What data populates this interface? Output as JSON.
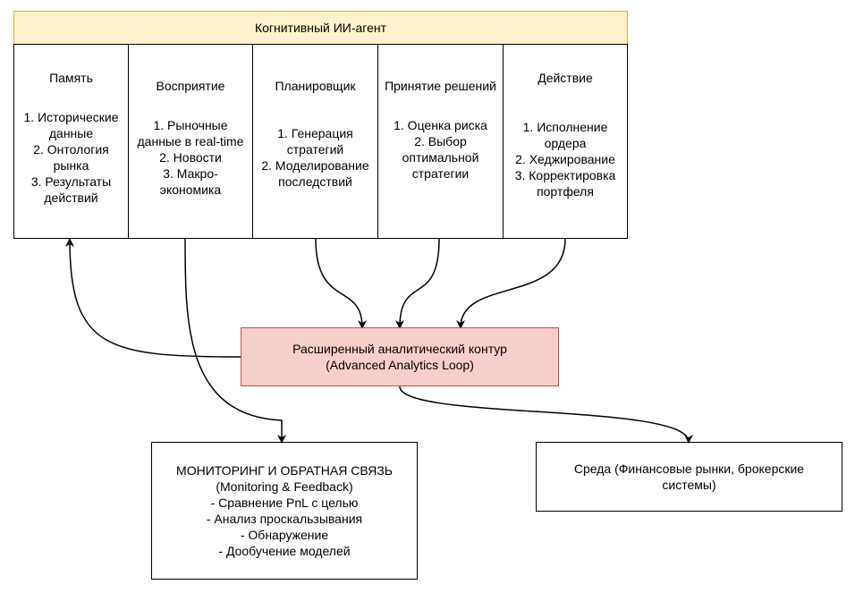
{
  "header": {
    "title": "Когнитивный ИИ-агент"
  },
  "columns": [
    {
      "title": "Память",
      "items": [
        "1. Исторические",
        "данные",
        "2. Онтология",
        "рынка",
        "3. Результаты",
        "действий"
      ]
    },
    {
      "title": "Восприятие",
      "items": [
        "1. Рыночные",
        "данные в real-time",
        "2. Новости",
        "3. Макро-",
        "экономика"
      ]
    },
    {
      "title": "Планировщик",
      "items": [
        "1. Генерация",
        "стратегий",
        "2. Моделирование",
        "последствий"
      ]
    },
    {
      "title": "Принятие решений",
      "items": [
        "1. Оценка риска",
        "2. Выбор",
        "оптимальной",
        "стратегии"
      ]
    },
    {
      "title": "Действие",
      "items": [
        "1. Исполнение",
        "ордера",
        "2. Хеджирование",
        "3. Корректировка",
        "портфеля"
      ]
    }
  ],
  "loop": {
    "line1": "Расширенный аналитический контур",
    "line2": "(Advanced Analytics Loop)"
  },
  "monitoring": {
    "lines": [
      "МОНИТОРИНГ И ОБРАТНАЯ СВЯЗЬ",
      "(Monitoring & Feedback)",
      "- Сравнение PnL с целью",
      "- Анализ проскальзывания",
      "- Обнаружение",
      "- Дообучение моделей"
    ]
  },
  "environment": {
    "lines": [
      "Среда (Финансовые рынки, брокерские",
      "системы)"
    ]
  },
  "colors": {
    "header_fill": "#fff2cc",
    "header_stroke": "#d6b656",
    "loop_fill": "#f8cecc",
    "loop_stroke": "#b85450",
    "line": "#000000"
  }
}
